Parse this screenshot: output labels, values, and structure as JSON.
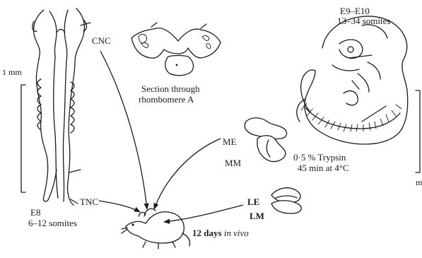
{
  "embryo_e8": {
    "scale_label": "1 mm",
    "stage": "E8",
    "somites": "6–12 somites"
  },
  "labels": {
    "cnc": "CNC",
    "tnc": "TNC",
    "section_line1": "Section through",
    "section_line2": "rhombomere A",
    "me": "ME",
    "mm": "MM",
    "le": "LE",
    "lm": "LM",
    "trypsin_line1": "0·5 % Trypsin",
    "trypsin_line2": "45 min at 4°C",
    "days_prefix": "12 days ",
    "days_italic": "in vivo"
  },
  "embryo_e9": {
    "stage": "E9–E10",
    "somites": "13–34 somites",
    "scale_cut_label": "m"
  }
}
